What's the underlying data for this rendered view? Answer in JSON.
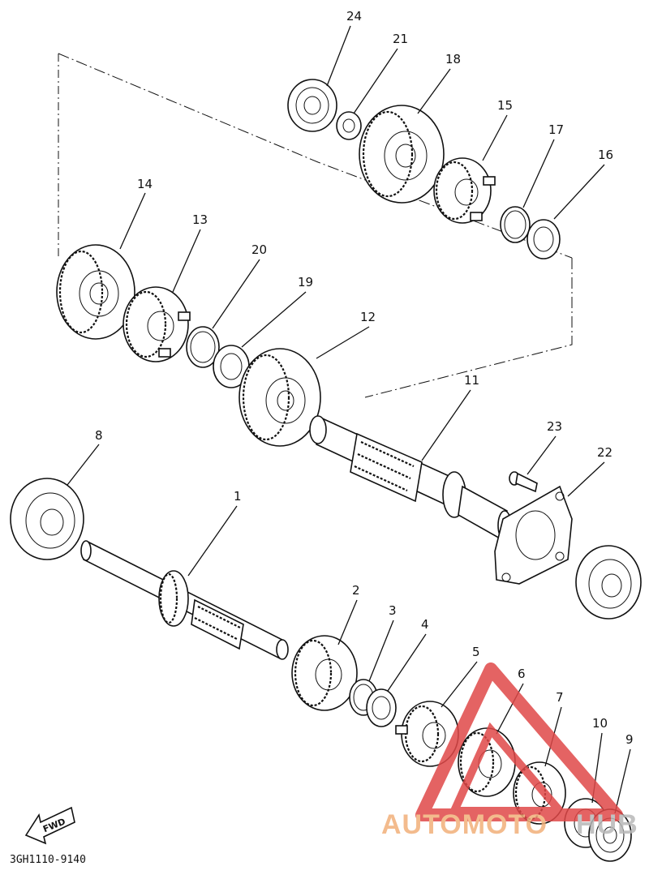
{
  "diagram": {
    "part_numbers": [
      {
        "id": "24",
        "label": "24"
      },
      {
        "id": "21",
        "label": "21"
      },
      {
        "id": "18",
        "label": "18"
      },
      {
        "id": "15",
        "label": "15"
      },
      {
        "id": "17",
        "label": "17"
      },
      {
        "id": "16",
        "label": "16"
      },
      {
        "id": "14",
        "label": "14"
      },
      {
        "id": "13",
        "label": "13"
      },
      {
        "id": "20",
        "label": "20"
      },
      {
        "id": "19",
        "label": "19"
      },
      {
        "id": "12",
        "label": "12"
      },
      {
        "id": "11",
        "label": "11"
      },
      {
        "id": "8",
        "label": "8"
      },
      {
        "id": "23",
        "label": "23"
      },
      {
        "id": "22",
        "label": "22"
      },
      {
        "id": "1",
        "label": "1"
      },
      {
        "id": "2",
        "label": "2"
      },
      {
        "id": "3",
        "label": "3"
      },
      {
        "id": "4",
        "label": "4"
      },
      {
        "id": "5",
        "label": "5"
      },
      {
        "id": "6",
        "label": "6"
      },
      {
        "id": "7",
        "label": "7"
      },
      {
        "id": "10",
        "label": "10"
      },
      {
        "id": "9",
        "label": "9"
      }
    ],
    "direction_label": "FWD",
    "drawing_code": "3GH1110-9140"
  },
  "watermark": {
    "text_first": "AUTOMOTO",
    "text_second": "HUB",
    "color_first": "#f2b07a",
    "color_second": "#b8b8b8",
    "triangle_color": "#e04848"
  }
}
